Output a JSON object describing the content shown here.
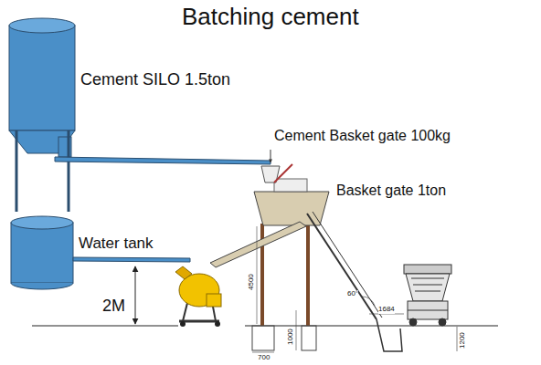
{
  "diagram": {
    "title": "Batching cement",
    "labels": [
      "Cement SILO 1.5ton",
      "Cement Basket gate 100kg",
      "Basket gate 1ton",
      "Water tank",
      "2M",
      "4500",
      "1000",
      "700",
      "60°",
      "1684",
      "1200"
    ]
  }
}
